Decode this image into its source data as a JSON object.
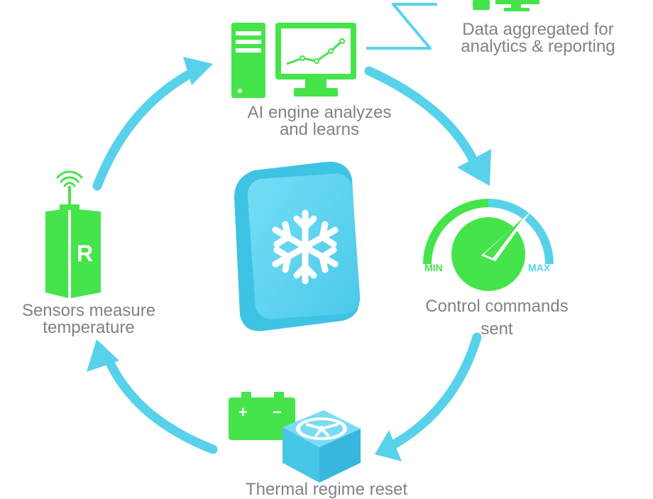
{
  "diagram": {
    "nodes": {
      "ai_engine": {
        "line1": "AI engine analyzes",
        "line2": "and learns"
      },
      "reporting": {
        "line1": "Data aggregated for",
        "line2": "analytics & reporting"
      },
      "control": {
        "line1": "Control commands",
        "line2": "sent"
      },
      "sensors": {
        "line1": "Sensors measure",
        "line2": "temperature"
      },
      "thermal": {
        "line1": "Thermal regime reset"
      }
    },
    "gauge": {
      "min_label": "MIN",
      "max_label": "MAX"
    },
    "sensor_icon": {
      "letter": "R"
    },
    "battery_icon": {
      "plus": "+",
      "minus": "−"
    }
  },
  "colors": {
    "arrow": "#58d2ea",
    "icon": "#45e44a",
    "tile": "#5fd6f2",
    "tile_dark": "#3ec3e4",
    "text": "#808285"
  },
  "icons": [
    "computer-tower-icon",
    "monitor-chart-icon",
    "snowflake-tile-icon",
    "gauge-icon",
    "sensor-tower-icon",
    "battery-icon",
    "fan-unit-icon"
  ]
}
